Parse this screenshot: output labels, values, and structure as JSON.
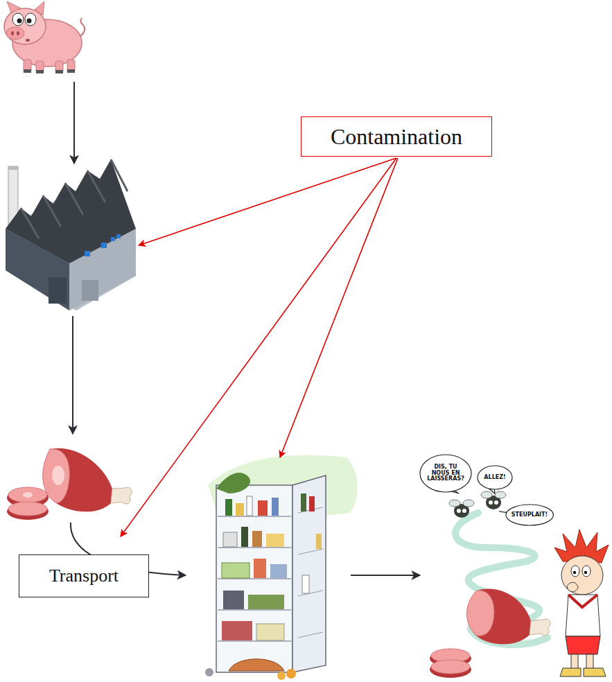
{
  "diagram": {
    "nodes": [
      {
        "text": [
          "Contamination"
        ]
      },
      {
        "text": [
          "Transport"
        ]
      },
      {
        "text": [
          "DIS, TU NOUS EN LAISSERAS?"
        ]
      },
      {
        "text": [
          "ALLEZ!"
        ]
      },
      {
        "text": [
          "STEUPLAIT!"
        ]
      }
    ]
  }
}
